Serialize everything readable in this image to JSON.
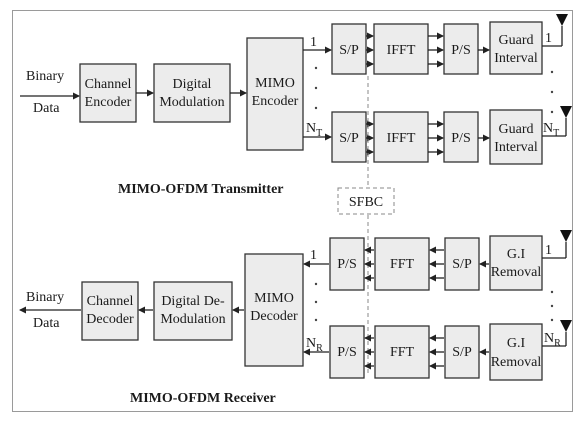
{
  "transmitter": {
    "input_line1": "Binary",
    "input_line2": "Data",
    "channel_encoder": [
      "Channel",
      "Encoder"
    ],
    "digital_modulation": [
      "Digital",
      "Modulation"
    ],
    "mimo_encoder": [
      "MIMO",
      "Encoder"
    ],
    "branch_first": "1",
    "branch_last": "N",
    "branch_last_sub": "T",
    "sp": "S/P",
    "ifft": "IFFT",
    "ps": "P/S",
    "guard": [
      "Guard",
      "Interval"
    ],
    "ant_first": "1",
    "ant_last": "N",
    "ant_last_sub": "T",
    "caption": "MIMO-OFDM Transmitter"
  },
  "sfbc": "SFBC",
  "receiver": {
    "output_line1": "Binary",
    "output_line2": "Data",
    "channel_decoder": [
      "Channel",
      "Decoder"
    ],
    "digital_demod": [
      "Digital De-",
      "Modulation"
    ],
    "mimo_decoder": [
      "MIMO",
      "Decoder"
    ],
    "branch_first": "1",
    "branch_last": "N",
    "branch_last_sub": "R",
    "ps": "P/S",
    "fft": "FFT",
    "sp": "S/P",
    "gi": [
      "G.I",
      "Removal"
    ],
    "ant_first": "1",
    "ant_last": "N",
    "ant_last_sub": "R",
    "caption": "MIMO-OFDM Receiver"
  }
}
